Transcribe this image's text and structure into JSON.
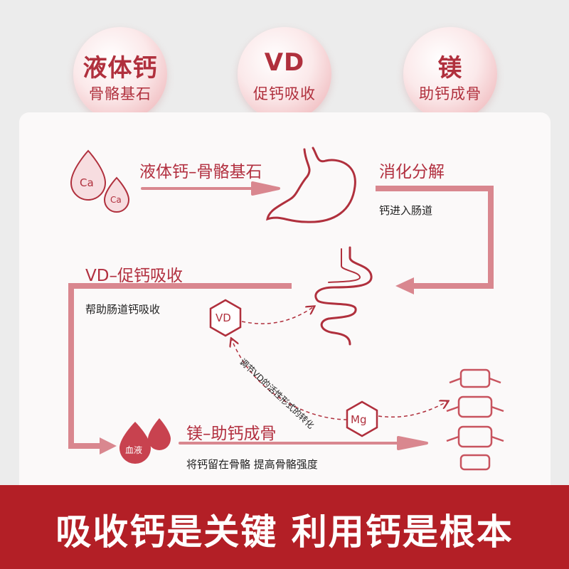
{
  "bubbles": [
    {
      "title": "液体钙",
      "subtitle": "骨骼基石"
    },
    {
      "title": "VD",
      "subtitle": "促钙吸收"
    },
    {
      "title": "镁",
      "subtitle": "助钙成骨"
    }
  ],
  "drops": {
    "ca_large": "Ca",
    "ca_small": "Ca",
    "blood": "血液"
  },
  "flow": {
    "step1_title": "液体钙–骨骼基石",
    "digest_title": "消化分解",
    "digest_desc": "钙进入肠道",
    "vd_title": "VD–促钙吸收",
    "vd_desc": "帮助肠道钙吸收",
    "vd_badge": "VD",
    "vd_regulate": "调节VD的活性形式的转化",
    "mg_badge": "Mg",
    "mg_title": "镁–助钙成骨",
    "mg_desc": "将钙留在骨骼 提高骨骼强度"
  },
  "banner": {
    "text": "吸收钙是关键 利用钙是根本"
  },
  "colors": {
    "accent": "#b0303d",
    "flow_line": "#d9878f",
    "banner": "#b31f26"
  }
}
